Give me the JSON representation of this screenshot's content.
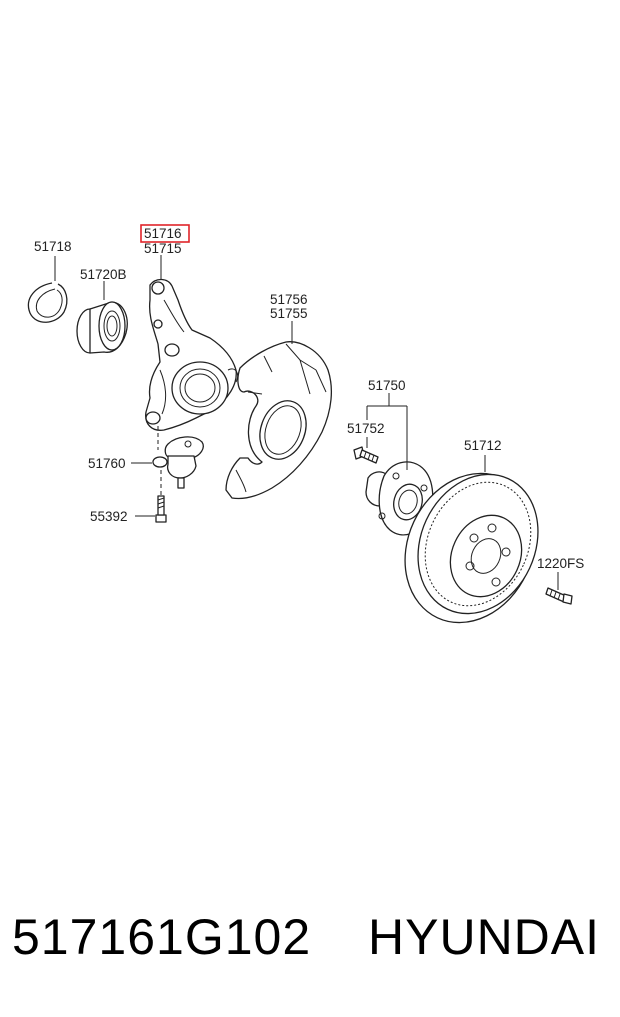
{
  "highlight_color": "#e0242a",
  "labels": {
    "p51718": "51718",
    "p51716": "51716",
    "p51715": "51715",
    "p51720B": "51720B",
    "p51756": "51756",
    "p51755": "51755",
    "p51750": "51750",
    "p51752": "51752",
    "p51712": "51712",
    "p51760": "51760",
    "p55392": "55392",
    "p1220FS": "1220FS"
  },
  "footer": {
    "part_number": "517161G102",
    "brand": "HYUNDAI"
  }
}
